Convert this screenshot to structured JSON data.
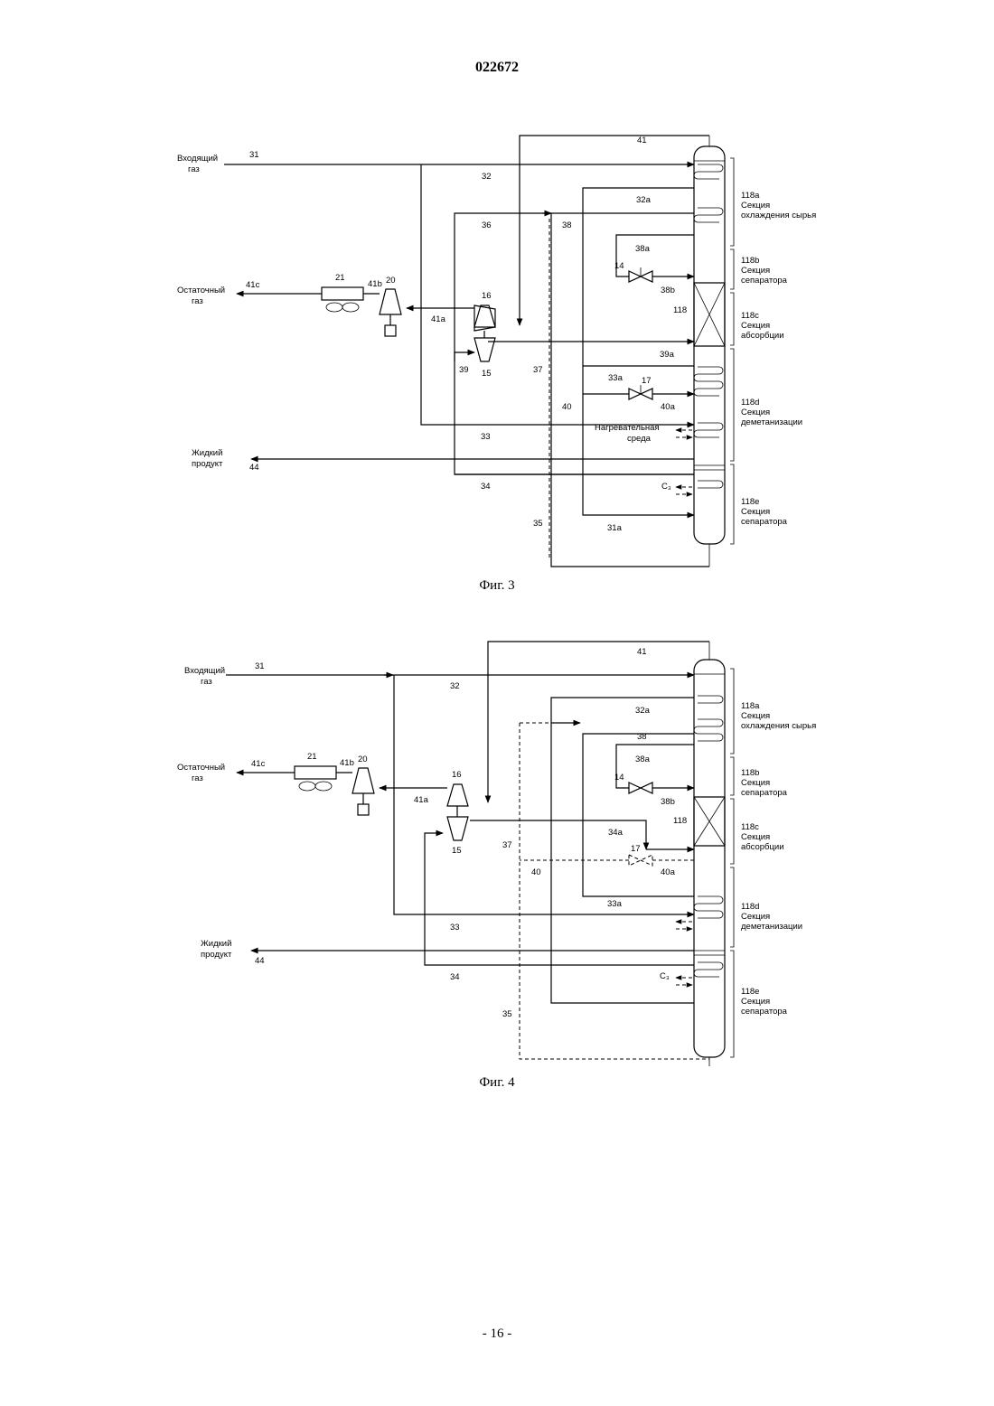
{
  "page_header": "022672",
  "page_number": "- 16 -",
  "figures": [
    {
      "caption": "Фиг. 3",
      "labels": {
        "inlet_gas_1": "Входящий",
        "inlet_gas_2": "газ",
        "residue_gas_1": "Остаточный",
        "residue_gas_2": "газ",
        "liquid_product_1": "Жидкий",
        "liquid_product_2": "продукт",
        "heating_medium_1": "Нагревательная",
        "heating_medium_2": "среда",
        "c3": "C₃",
        "s118a_1": "118a",
        "s118a_2": "Секция",
        "s118a_3": "охлаждения сырья",
        "s118b_1": "118b",
        "s118b_2": "Секция",
        "s118b_3": "сепаратора",
        "s118c_1": "118c",
        "s118c_2": "Секция",
        "s118c_3": "абсорбции",
        "s118d_1": "118d",
        "s118d_2": "Секция",
        "s118d_3": "деметанизации",
        "s118e_1": "118e",
        "s118e_2": "Секция",
        "s118e_3": "сепаратора",
        "n118": "118",
        "n31": "31",
        "n32": "32",
        "n32a": "32a",
        "n33": "33",
        "n33a": "33a",
        "n34": "34",
        "n35": "35",
        "n36": "36",
        "n37": "37",
        "n38": "38",
        "n38a": "38a",
        "n38b": "38b",
        "n39": "39",
        "n39a": "39a",
        "n40": "40",
        "n40a": "40a",
        "n41": "41",
        "n41a": "41a",
        "n41b": "41b",
        "n41c": "41c",
        "n44": "44",
        "n31a": "31a",
        "n14": "14",
        "n15": "15",
        "n16": "16",
        "n17": "17",
        "n20": "20",
        "n21": "21"
      }
    },
    {
      "caption": "Фиг. 4",
      "labels": {
        "inlet_gas_1": "Входящий",
        "inlet_gas_2": "газ",
        "residue_gas_1": "Остаточный",
        "residue_gas_2": "газ",
        "liquid_product_1": "Жидкий",
        "liquid_product_2": "продукт",
        "c3": "C₃",
        "s118a_1": "118a",
        "s118a_2": "Секция",
        "s118a_3": "охлаждения сырья",
        "s118b_1": "118b",
        "s118b_2": "Секция",
        "s118b_3": "сепаратора",
        "s118c_1": "118c",
        "s118c_2": "Секция",
        "s118c_3": "абсорбции",
        "s118d_1": "118d",
        "s118d_2": "Секция",
        "s118d_3": "деметанизации",
        "s118e_1": "118e",
        "s118e_2": "Секция",
        "s118e_3": "сепаратора",
        "n118": "118",
        "n31": "31",
        "n32": "32",
        "n32a": "32a",
        "n33": "33",
        "n33a": "33a",
        "n34": "34",
        "n34a": "34a",
        "n35": "35",
        "n37": "37",
        "n38": "38",
        "n38a": "38a",
        "n38b": "38b",
        "n40": "40",
        "n40a": "40a",
        "n41": "41",
        "n41a": "41a",
        "n41b": "41b",
        "n41c": "41c",
        "n44": "44",
        "n14": "14",
        "n15": "15",
        "n16": "16",
        "n17": "17",
        "n20": "20",
        "n21": "21"
      }
    }
  ]
}
